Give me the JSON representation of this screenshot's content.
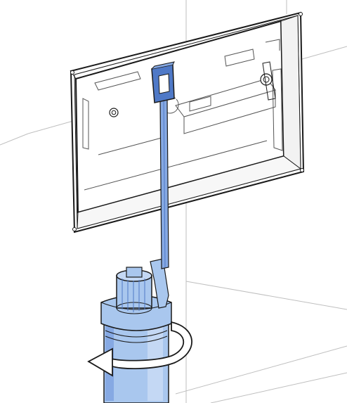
{
  "figure": {
    "title": "",
    "labels": []
  },
  "parts": {
    "tiles": "wall-tiles",
    "frame": "mounting-frame",
    "opening": "frame-opening",
    "tie": "pull-tie-strap",
    "tie_loop": "pull-tie-loop",
    "cartridge": "valve-cartridge",
    "cap": "cartridge-cap",
    "arrow": "rotation-arrow"
  },
  "colors": {
    "line": "#1a1a1a",
    "tile_line": "#bfbfbf",
    "blue_fill": "#a9c7ee",
    "blue_dark": "#4f79c7",
    "blue_mid": "#86a9e3",
    "white": "#ffffff",
    "gray": "#e9e9e9"
  }
}
